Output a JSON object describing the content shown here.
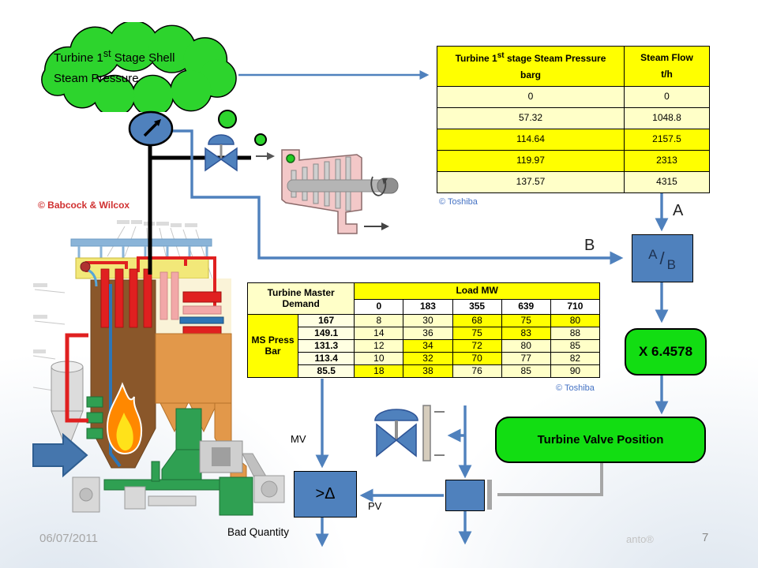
{
  "slide": {
    "date": "06/07/2011",
    "brand": "anto®",
    "page": "7"
  },
  "cloud": {
    "line1_pre": "Turbine 1",
    "line1_sup": "st",
    "line1_post": " Stage Shell",
    "line2": "Steam Pressure"
  },
  "credits": {
    "babcock": "© Babcock & Wilcox",
    "toshiba_top": "© Toshiba",
    "toshiba_mid": "© Toshiba"
  },
  "pressure_flow_table": {
    "header": {
      "col1_pre": "Turbine 1",
      "col1_sup": "st",
      "col1_post": " stage  Steam Pressure",
      "col1_unit": "barg",
      "col2": "Steam Flow",
      "col2_unit": "t/h"
    },
    "rows": [
      {
        "pressure": "0",
        "flow": "0",
        "highlight": false
      },
      {
        "pressure": "57.32",
        "flow": "1048.8",
        "highlight": false
      },
      {
        "pressure": "114.64",
        "flow": "2157.5",
        "highlight": true
      },
      {
        "pressure": "119.97",
        "flow": "2313",
        "highlight": true
      },
      {
        "pressure": "137.57",
        "flow": "4315",
        "highlight": false
      }
    ]
  },
  "load_table": {
    "corner_line1": "Turbine Master",
    "corner_line2": "Demand",
    "load_header": "Load MW",
    "load_values": [
      "0",
      "183",
      "355",
      "639",
      "710"
    ],
    "group_line1": "MS Press",
    "group_line2": "Bar",
    "rows": [
      {
        "label": "167",
        "values": [
          "8",
          "30",
          "68",
          "75",
          "80"
        ],
        "highlights": [
          false,
          false,
          true,
          true,
          true
        ]
      },
      {
        "label": "149.1",
        "values": [
          "14",
          "36",
          "75",
          "83",
          "88"
        ],
        "highlights": [
          false,
          false,
          true,
          true,
          false
        ]
      },
      {
        "label": "131.3",
        "values": [
          "12",
          "34",
          "72",
          "80",
          "85"
        ],
        "highlights": [
          false,
          true,
          true,
          false,
          false
        ]
      },
      {
        "label": "113.4",
        "values": [
          "10",
          "32",
          "70",
          "77",
          "82"
        ],
        "highlights": [
          false,
          true,
          true,
          false,
          false
        ]
      },
      {
        "label": "85.5",
        "values": [
          "18",
          "38",
          "76",
          "85",
          "90"
        ],
        "highlights": [
          true,
          true,
          false,
          false,
          false
        ]
      }
    ]
  },
  "flow_diagram": {
    "label_a": "A",
    "label_b": "B",
    "divider_numerator": "A",
    "divider_slash": "/",
    "divider_denominator": "B",
    "multiplier": "X 6.4578",
    "valve_position": "Turbine Valve Position",
    "deviation": ">Δ",
    "mv": "MV",
    "pv": "PV",
    "bad_quantity": "Bad Quantity"
  },
  "colors": {
    "accent_blue": "#4f81bd",
    "bright_green": "#12dd12",
    "cloud_green": "#2dd42d",
    "highlight_yellow": "#ffff00",
    "light_yellow": "#ffffc8",
    "connector_gray": "#a6a6a6",
    "babcock_red": "#d03030",
    "toshiba_blue": "#4472c4"
  }
}
